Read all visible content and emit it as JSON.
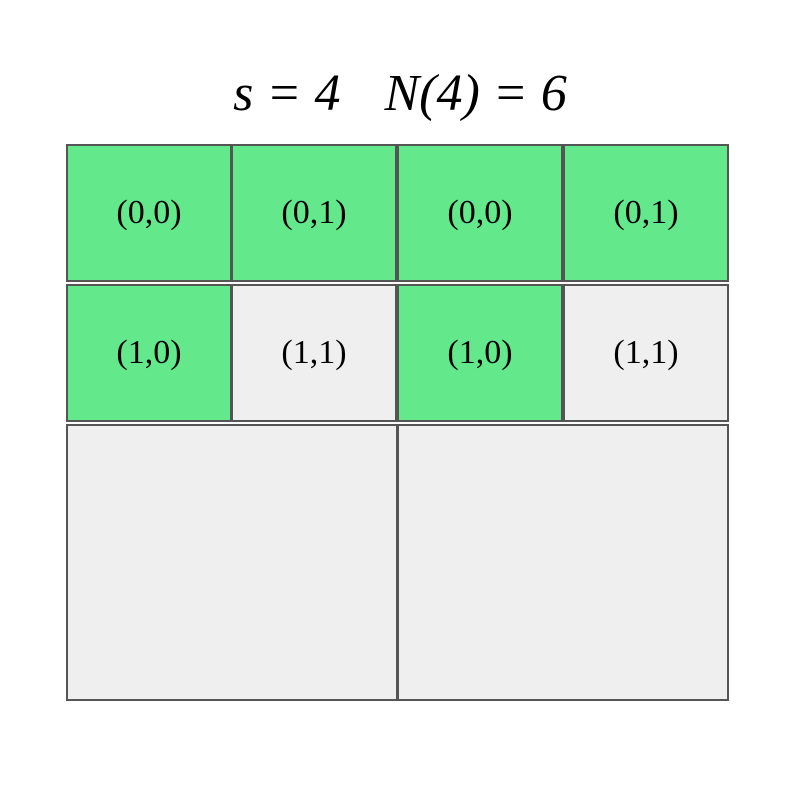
{
  "title": {
    "s_part": "s = 4",
    "n_part": "N(4) = 6"
  },
  "colors": {
    "highlight": "#63e98b",
    "empty": "#efefef",
    "border": "#555555"
  },
  "grid": {
    "row1": [
      {
        "label": "(0,0)",
        "highlighted": true
      },
      {
        "label": "(0,1)",
        "highlighted": true
      },
      {
        "label": "(0,0)",
        "highlighted": true
      },
      {
        "label": "(0,1)",
        "highlighted": true
      }
    ],
    "row2": [
      {
        "label": "(1,0)",
        "highlighted": true
      },
      {
        "label": "(1,1)",
        "highlighted": false
      },
      {
        "label": "(1,0)",
        "highlighted": true
      },
      {
        "label": "(1,1)",
        "highlighted": false
      }
    ],
    "bottom": [
      {
        "label": "",
        "highlighted": false
      },
      {
        "label": "",
        "highlighted": false
      }
    ]
  }
}
